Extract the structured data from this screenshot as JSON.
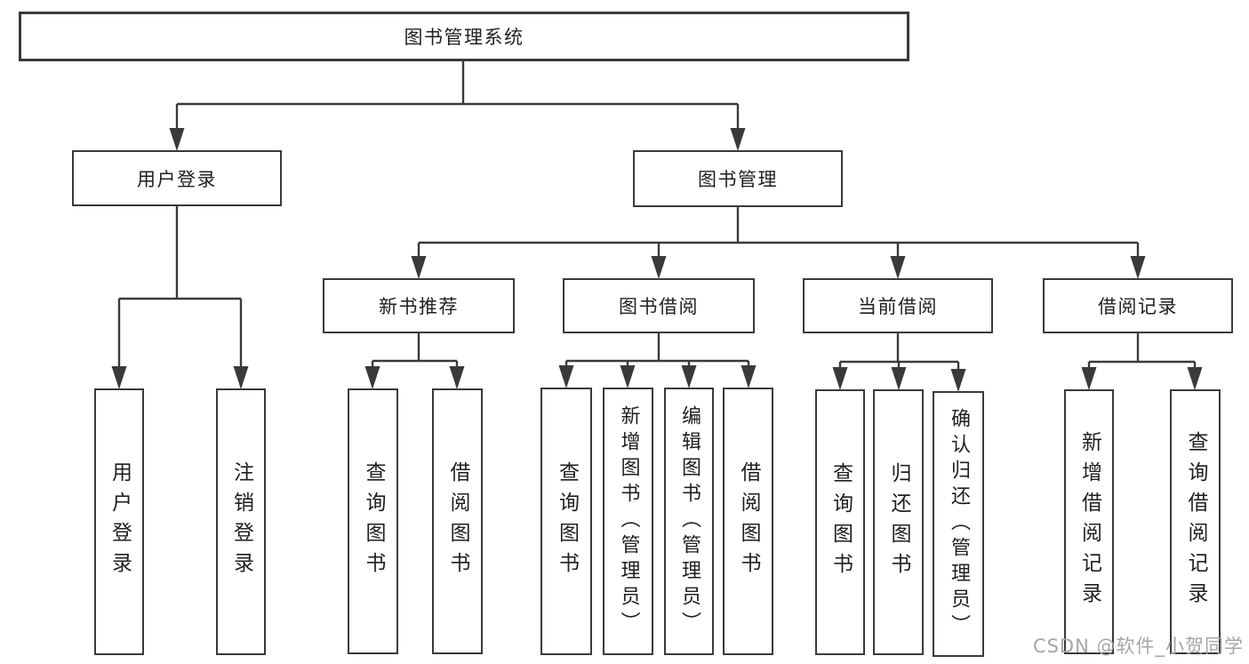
{
  "diagram": {
    "root": {
      "label": "图书管理系统"
    },
    "level2": [
      {
        "label": "用户登录"
      },
      {
        "label": "图书管理"
      }
    ],
    "level3": [
      {
        "label": "新书推荐"
      },
      {
        "label": "图书借阅"
      },
      {
        "label": "当前借阅"
      },
      {
        "label": "借阅记录"
      }
    ],
    "leaves": {
      "user_login_group": [
        {
          "label": "用户登录"
        },
        {
          "label": "注销登录"
        }
      ],
      "new_book_group": [
        {
          "label": "查询图书"
        },
        {
          "label": "借阅图书"
        }
      ],
      "book_borrow_group": [
        {
          "label": "查询图书"
        },
        {
          "label": "新增图书（管理员）"
        },
        {
          "label": "编辑图书（管理员）"
        },
        {
          "label": "借阅图书"
        }
      ],
      "current_borrow_group": [
        {
          "label": "查询图书"
        },
        {
          "label": "归还图书"
        },
        {
          "label": "确认归还（管理员）"
        }
      ],
      "borrow_record_group": [
        {
          "label": "新增借阅记录"
        },
        {
          "label": "查询借阅记录"
        }
      ]
    }
  },
  "watermark": "CSDN @软件_小贺同学",
  "colors": {
    "line": "#3a3a3a",
    "text": "#1f1f1f",
    "watermark": "#a6a6a6",
    "background": "#ffffff"
  }
}
